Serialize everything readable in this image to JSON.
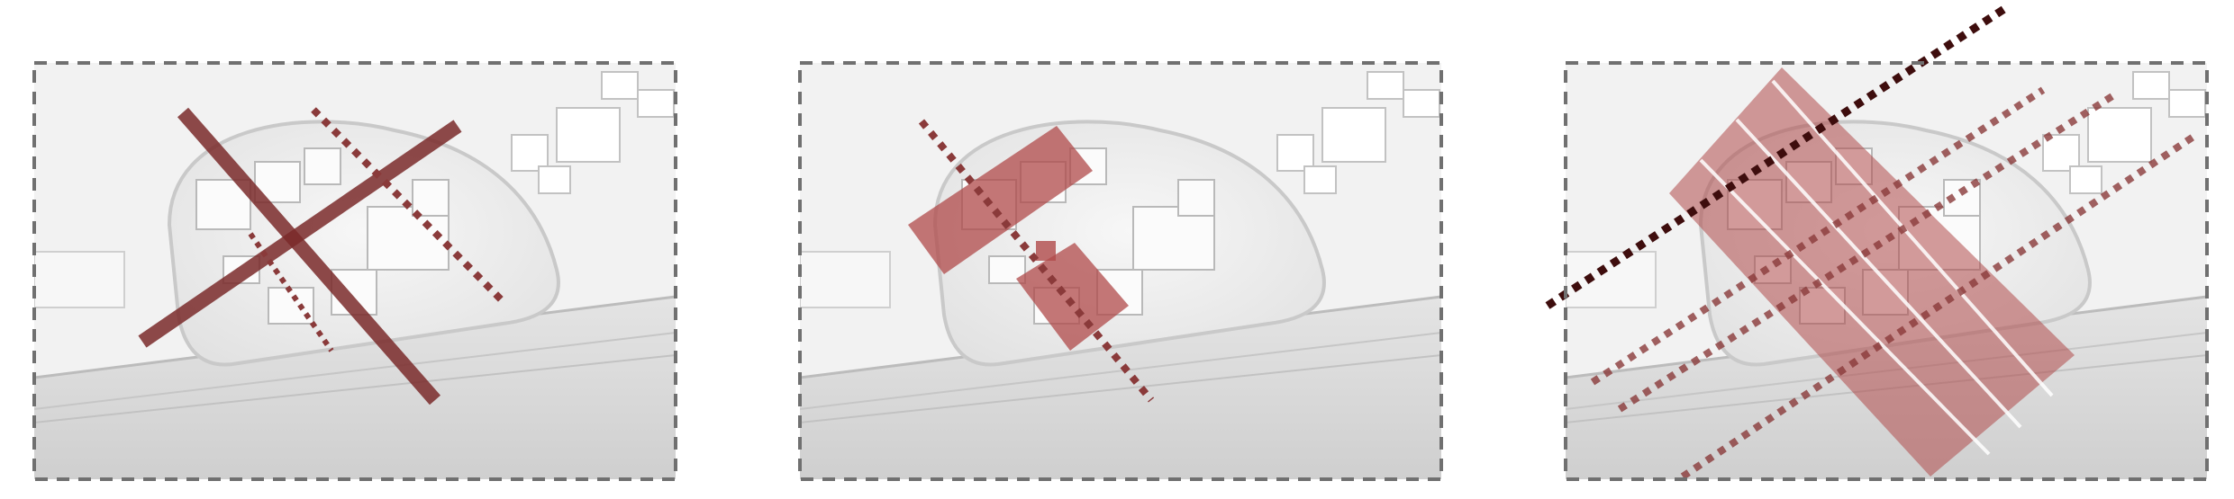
{
  "figure": {
    "panels": [
      {
        "id": "axes",
        "overlay": "crossing-axes"
      },
      {
        "id": "masses",
        "overlay": "highlighted-blocks"
      },
      {
        "id": "grid",
        "overlay": "rotated-field"
      }
    ]
  },
  "colors": {
    "accent": "#7a2a2a",
    "accent_dark": "#3e0d0d",
    "fill": "#b04a4a",
    "frame": "#707070",
    "model_light": "#f4f4f4",
    "model_mid": "#dcdcdc",
    "model_shadow": "#bdbdbd",
    "road": "#d3d3d3"
  }
}
